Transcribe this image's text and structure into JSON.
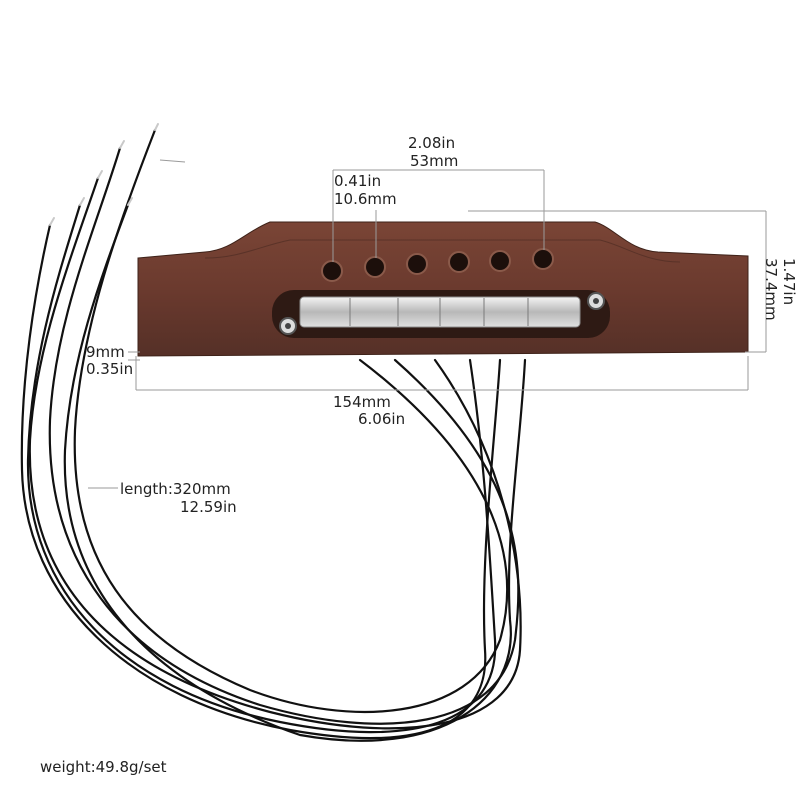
{
  "dimensions": {
    "total_width_in": "2.08in",
    "total_width_mm": "53mm",
    "hole_spacing_in": "0.41in",
    "hole_spacing_mm": "10.6mm",
    "height_in": "1.47in",
    "height_mm": "37.4mm",
    "thickness_mm": "9mm",
    "thickness_in": "0.35in",
    "length_mm": "154mm",
    "length_in": "6.06in"
  },
  "cable": {
    "length_mm": "length:320mm",
    "length_in": "12.59in"
  },
  "weight": "weight:49.8g/set",
  "colors": {
    "wood": "#6b3a2e",
    "wood_dark": "#4a2a22",
    "saddle": "#c9c9c9",
    "wire": "#111111"
  }
}
